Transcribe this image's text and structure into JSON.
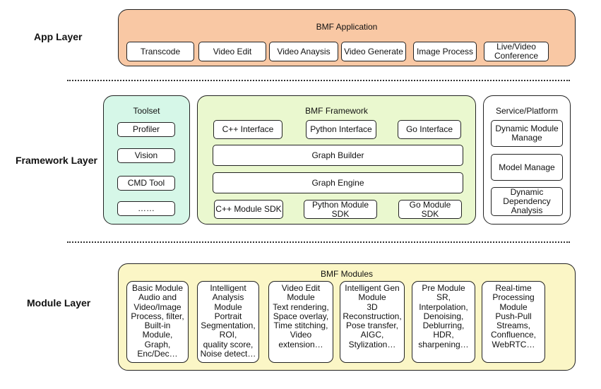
{
  "layers": {
    "app": "App Layer",
    "framework": "Framework Layer",
    "module": "Module Layer"
  },
  "app": {
    "title": "BMF Application",
    "items": [
      "Transcode",
      "Video Edit",
      "Video Anaysis",
      "Video Generate",
      "Image Process",
      "Live/Video\nConference"
    ]
  },
  "toolset": {
    "title": "Toolset",
    "items": [
      "Profiler",
      "Vision",
      "CMD Tool",
      "……"
    ]
  },
  "framework": {
    "title": "BMF Framework",
    "interfaces": [
      "C++ Interface",
      "Python Interface",
      "Go Interface"
    ],
    "graph_builder": "Graph Builder",
    "graph_engine": "Graph Engine",
    "sdks": [
      "C++ Module SDK",
      "Python Module\nSDK",
      "Go Module\nSDK"
    ]
  },
  "service": {
    "title": "Service/Platform",
    "items": [
      "Dynamic Module\nManage",
      "Model Manage",
      "Dynamic\nDependency\nAnalysis"
    ]
  },
  "modules": {
    "title": "BMF Modules",
    "items": [
      "Basic Module\nAudio and\nVideo/Image\nProcess, filter,\nBuilt-in\nModule,\nGraph,\nEnc/Dec…",
      "Intelligent\nAnalysis\nModule\nPortrait\nSegmentation,\nROI,\nquality score,\nNoise detect…",
      "Video Edit\nModule\nText rendering,\nSpace overlay,\nTime stitching,\nVideo\nextension…",
      "Intelligent Gen\nModule\n3D\nReconstruction,\nPose transfer,\nAIGC,\nStylization…",
      "Pre Module\nSR,\nInterpolation,\nDenoising,\nDeblurring,\nHDR,\nsharpening…",
      "Real-time\nProcessing\nModule\nPush-Pull\nStreams,\nConfluence,\nWebRTC…"
    ]
  },
  "colors": {
    "app_fill": "#f9c8a4",
    "toolset_fill": "#d6f7e8",
    "framework_fill": "#eaf8cf",
    "modules_fill": "#fbf6c6",
    "service_fill": "#ffffff"
  }
}
